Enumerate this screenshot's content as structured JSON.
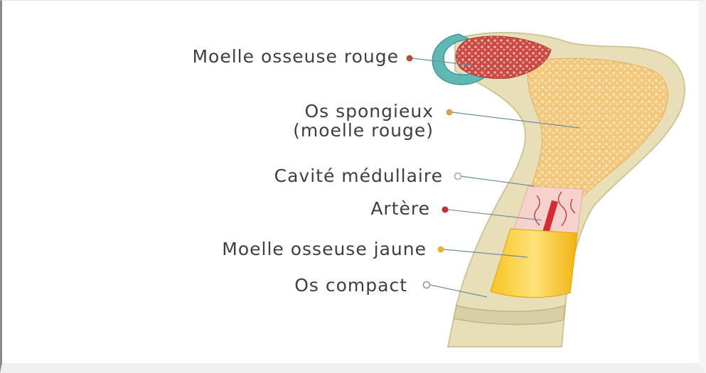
{
  "labels": {
    "red_marrow": "Moelle osseuse rouge",
    "spongy_bone_line1": "Os spongieux",
    "spongy_bone_line2": "(moelle rouge)",
    "medullary_cavity": "Cavité médullaire",
    "artery": "Artère",
    "yellow_marrow": "Moelle osseuse jaune",
    "compact_bone": "Os compact"
  },
  "colors": {
    "red_marrow_dot": "#b84a3e",
    "spongy_dot": "#d4a54a",
    "cavity_dot": "#d7a8a8",
    "artery_dot": "#c0303a",
    "yellow_dot": "#e3b52b",
    "compact_dot": "#9a9a90",
    "bone_shaft": "#e8dfb8",
    "spongy_fill": "#f3c77e",
    "cartilage": "#5fb8b4"
  }
}
